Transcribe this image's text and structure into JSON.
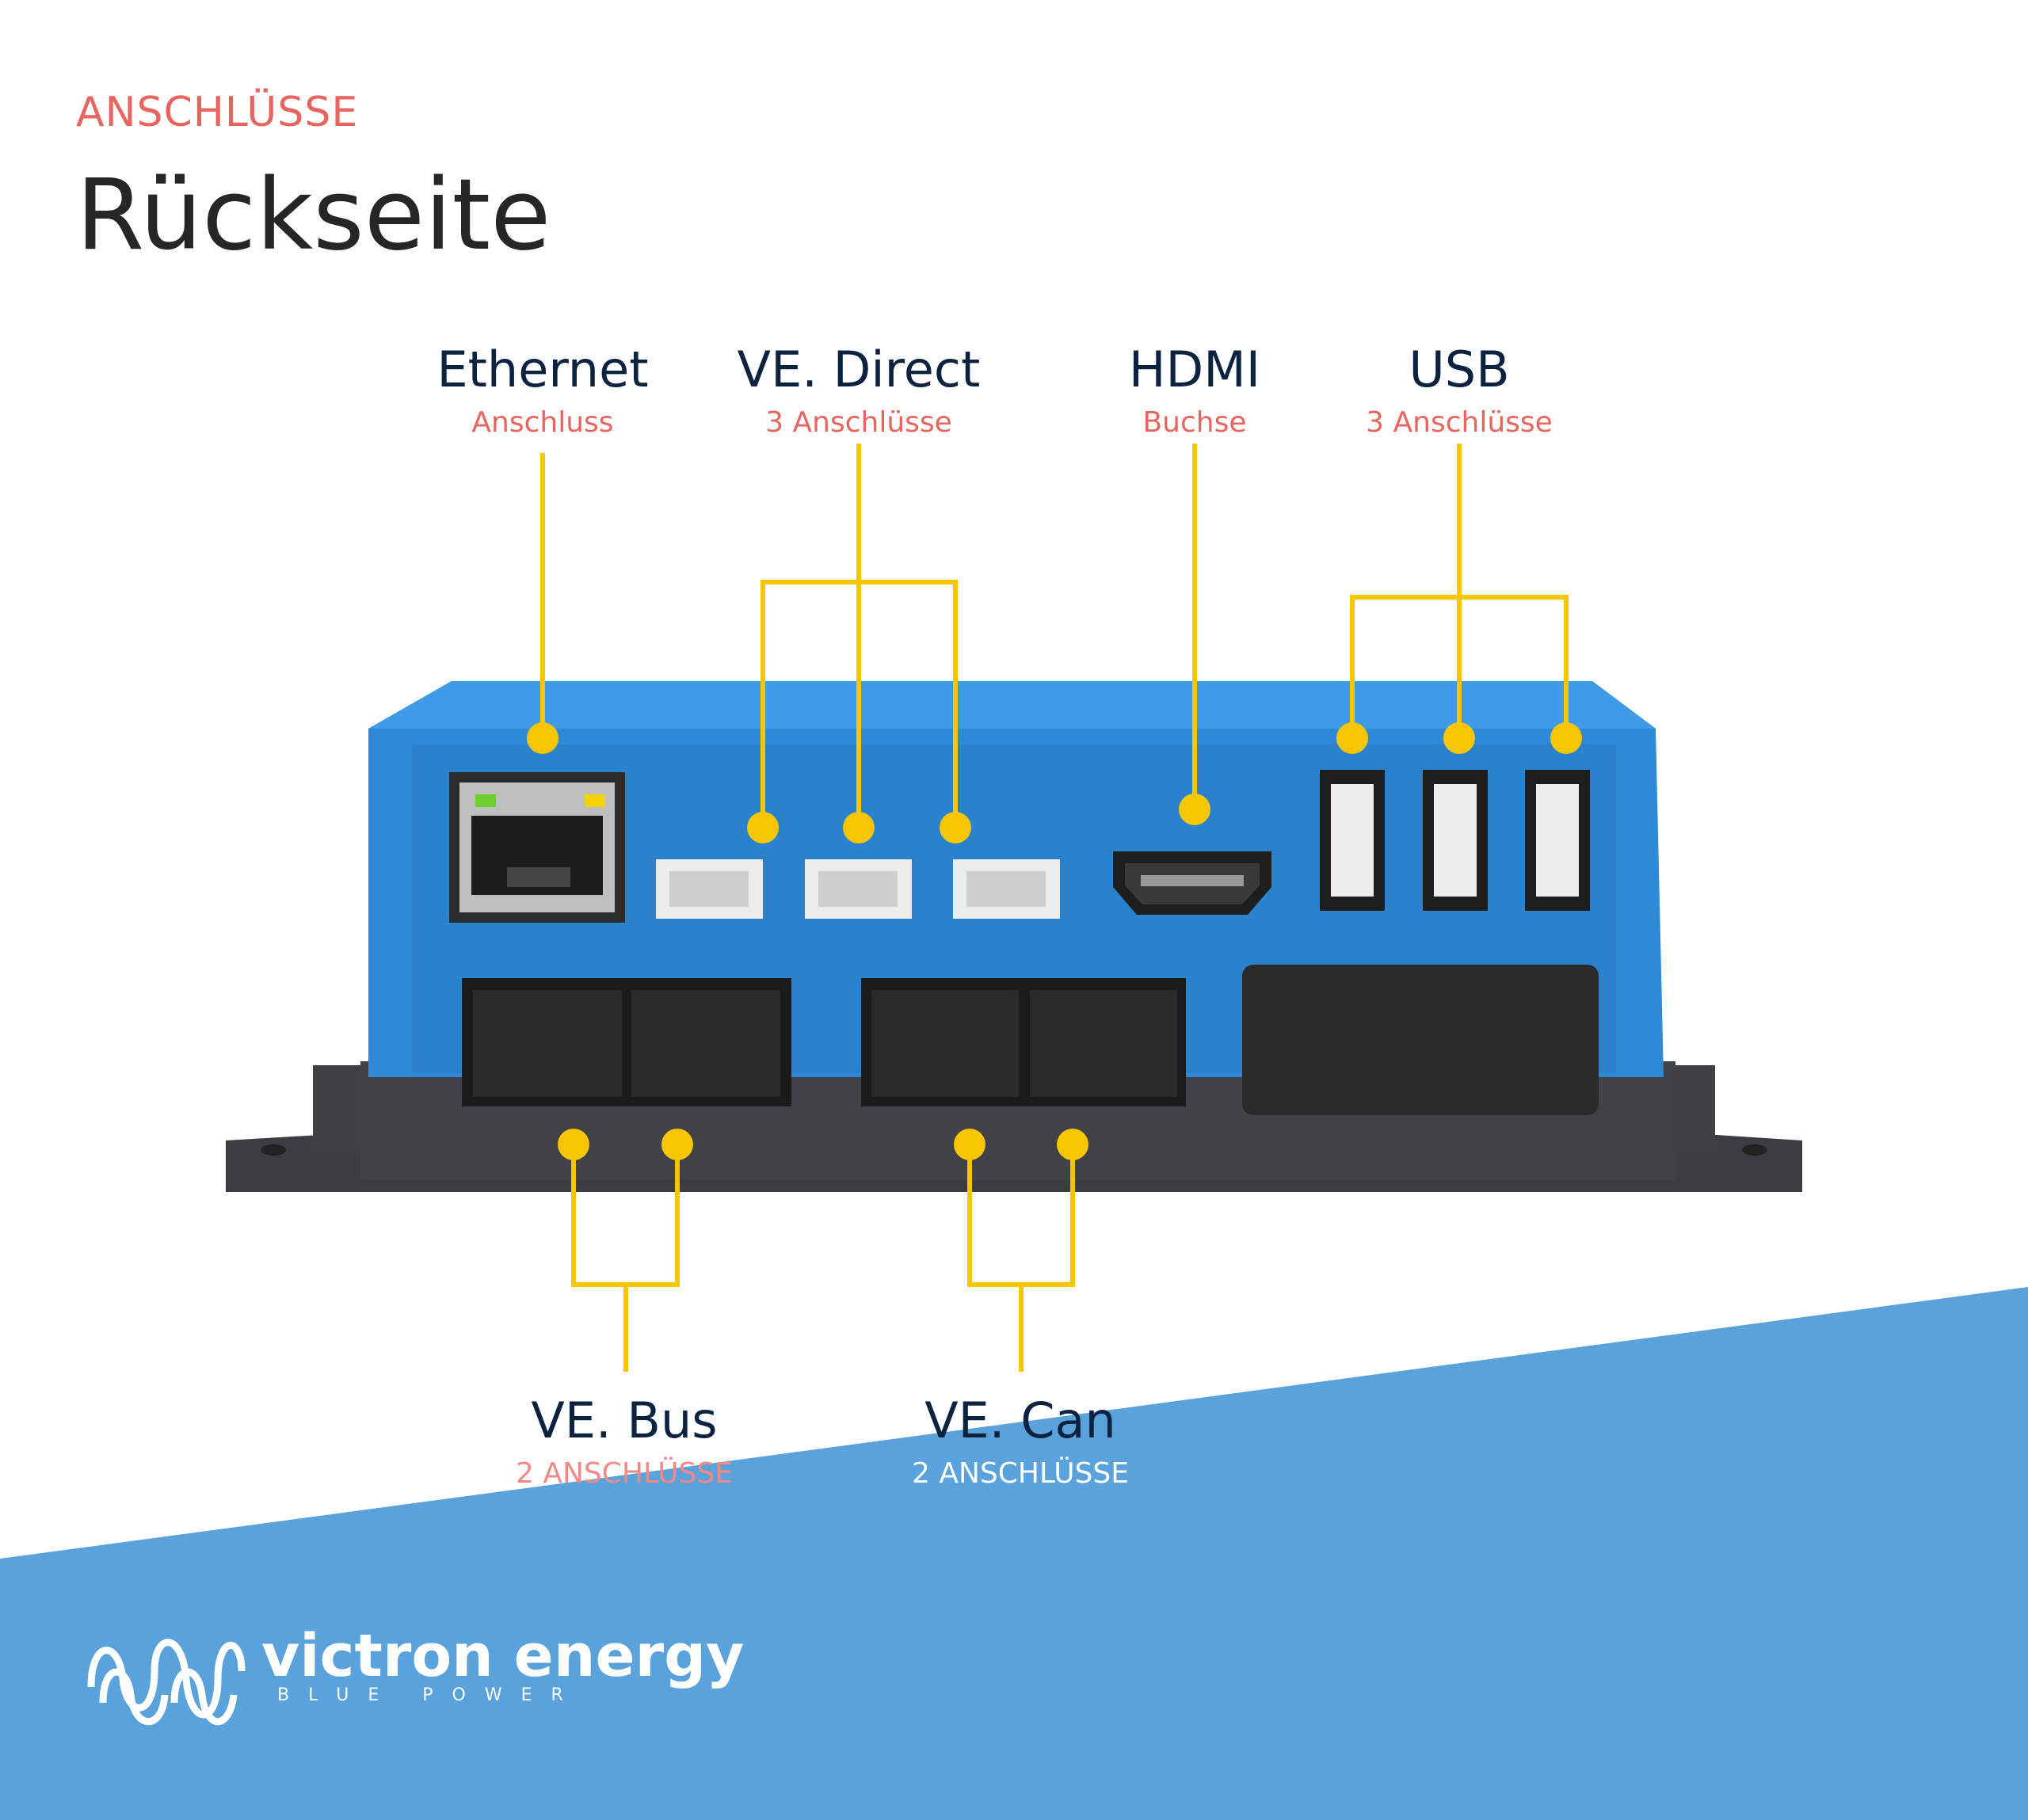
{
  "header": {
    "eyebrow": "ANSCHLÜSSE",
    "title": "Rückseite"
  },
  "top_labels": [
    {
      "name": "Ethernet",
      "sub": "Anschluss"
    },
    {
      "name": "VE. Direct",
      "sub": "3 Anschlüsse"
    },
    {
      "name": "HDMI",
      "sub": "Buchse"
    },
    {
      "name": "USB",
      "sub": "3 Anschlüsse"
    }
  ],
  "bottom_labels": [
    {
      "name": "VE. Bus",
      "sub": "2 ANSCHLÜSSE"
    },
    {
      "name": "VE. Can",
      "sub": "2 ANSCHLÜSSE"
    }
  ],
  "brand": {
    "name": "victron energy",
    "tagline": "BLUE POWER"
  },
  "colors": {
    "accent_red": "#e8655f",
    "callout_yellow": "#f7c600",
    "band_blue": "#5aa2dc",
    "device_blue": "#2e8ad6",
    "heading_navy": "#0c2340"
  },
  "icons": [
    "ethernet-port-icon",
    "ve-direct-port-icon",
    "hdmi-port-icon",
    "usb-port-icon",
    "rj45-port-icon",
    "victron-logo-icon"
  ]
}
